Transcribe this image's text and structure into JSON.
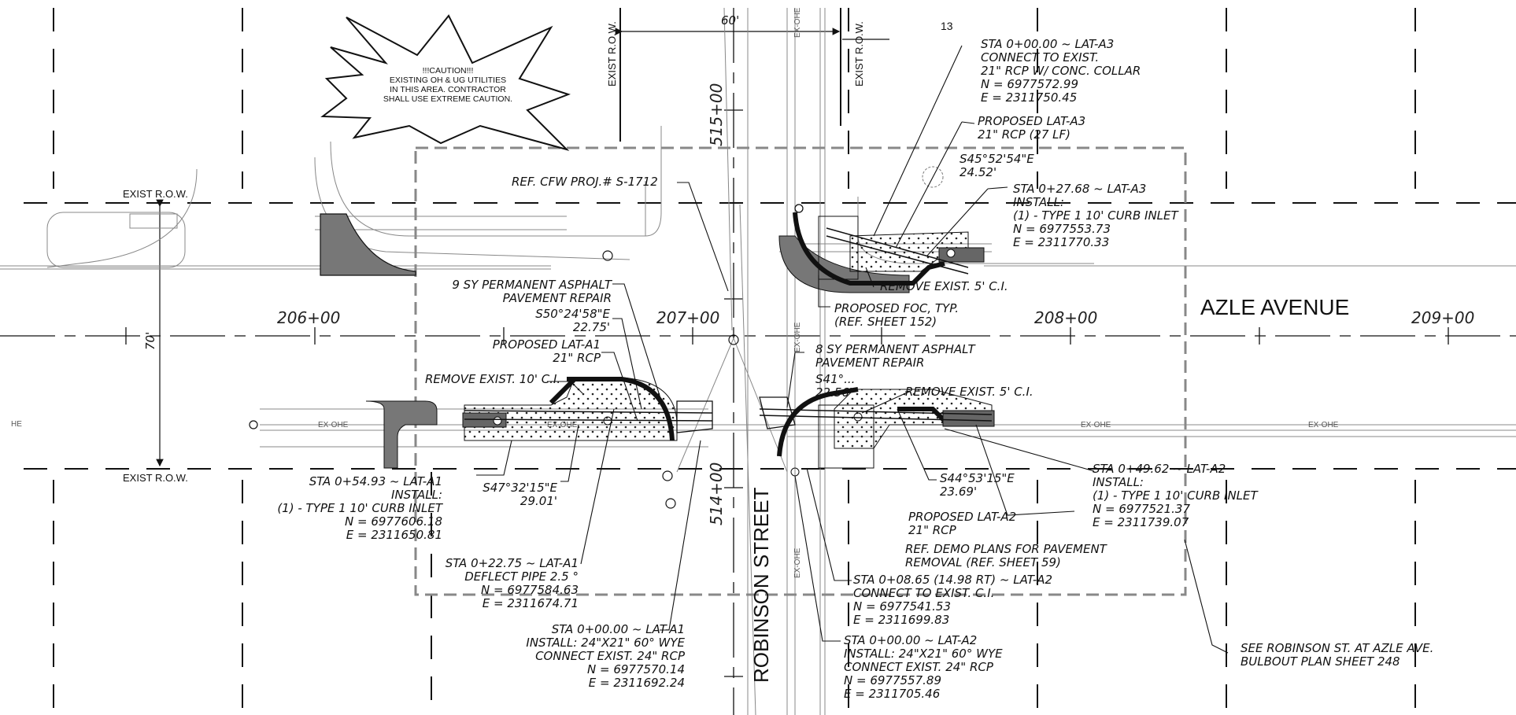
{
  "sheet_number": "13",
  "streets": {
    "horizontal": "AZLE AVENUE",
    "vertical": "ROBINSON STREET"
  },
  "stations_h": [
    "206+00",
    "207+00",
    "208+00",
    "209+00"
  ],
  "stations_v": [
    "515+00",
    "514+00"
  ],
  "dimensions": {
    "row_width_v": "60'",
    "row_width_h": "70'"
  },
  "row_labels": {
    "left_top": "EXIST R.O.W.",
    "left_bottom": "EXIST R.O.W.",
    "vert_left": "EXIST R.O.W.",
    "vert_right": "EXIST R.O.W."
  },
  "utility_labels": {
    "ohe": "EX-OHE",
    "he": "HE"
  },
  "caution": {
    "line1": "!!!CAUTION!!!",
    "line2": "EXISTING OH & UG UTILITIES",
    "line3": "IN THIS AREA. CONTRACTOR",
    "line4": "SHALL USE EXTREME CAUTION."
  },
  "notes": {
    "a3_start": {
      "l1": "STA 0+00.00 ~ LAT-A3",
      "l2": "CONNECT TO EXIST.",
      "l3": "21\" RCP W/ CONC. COLLAR",
      "l4": "N = 6977572.99",
      "l5": "E = 2311750.45"
    },
    "a3_prop": {
      "l1": "PROPOSED LAT-A3",
      "l2": "21\" RCP (27 LF)"
    },
    "bearing_a3": {
      "l1": "S45°52'54\"E",
      "l2": "24.52'"
    },
    "a3_inlet": {
      "l1": "STA 0+27.68 ~ LAT-A3",
      "l2": "INSTALL:",
      "l3": "(1) - TYPE 1 10' CURB INLET",
      "l4": "N = 6977553.73",
      "l5": "E = 2311770.33"
    },
    "ref_cfw": "REF. CFW PROJ.# S-1712",
    "remove_ne": "REMOVE EXIST. 5' C.I.",
    "foc": {
      "l1": "PROPOSED FOC, TYP.",
      "l2": "(REF. SHEET 152)"
    },
    "asphalt_w": {
      "l1": "9 SY PERMANENT ASPHALT",
      "l2": "PAVEMENT REPAIR"
    },
    "bearing_a1": {
      "l1": "S50°24'58\"E",
      "l2": "22.75'"
    },
    "a1_prop": {
      "l1": "PROPOSED LAT-A1",
      "l2": "21\" RCP"
    },
    "remove_w": "REMOVE EXIST. 10' C.I.",
    "asphalt_e": {
      "l1": "8 SY PERMANENT ASPHALT",
      "l2": "PAVEMENT REPAIR"
    },
    "bearing_a2_top": {
      "l1": "S41°...",
      "l2": "22.56'"
    },
    "remove_se": "REMOVE EXIST. 5' C.I.",
    "a1_inlet": {
      "l1": "STA 0+54.93 ~ LAT-A1",
      "l2": "INSTALL:",
      "l3": "(1) - TYPE 1 10' CURB INLET",
      "l4": "N = 6977606.18",
      "l5": "E = 2311650.81"
    },
    "bearing_a1b": {
      "l1": "S47°32'15\"E",
      "l2": "29.01'"
    },
    "bearing_a2": {
      "l1": "S44°53'15\"E",
      "l2": "23.69'"
    },
    "a2_prop": {
      "l1": "PROPOSED LAT-A2",
      "l2": "21\" RCP"
    },
    "a2_inlet": {
      "l1": "STA 0+49.62 ~ LAT-A2",
      "l2": "INSTALL:",
      "l3": "(1) - TYPE 1 10' CURB INLET",
      "l4": "N = 6977521.37",
      "l5": "E = 2311739.07"
    },
    "demo": {
      "l1": "REF. DEMO PLANS FOR PAVEMENT",
      "l2": "REMOVAL (REF. SHEET 59)"
    },
    "a1_deflect": {
      "l1": "STA 0+22.75 ~ LAT-A1",
      "l2": "DEFLECT PIPE 2.5 °",
      "l3": "N = 6977584.63",
      "l4": "E = 2311674.71"
    },
    "a2_connect": {
      "l1": "STA 0+08.65 (14.98 RT) ~ LAT-A2",
      "l2": "CONNECT TO EXIST. C.I.",
      "l3": "N = 6977541.53",
      "l4": "E = 2311699.83"
    },
    "a1_start": {
      "l1": "STA 0+00.00 ~ LAT-A1",
      "l2": "INSTALL: 24\"X21\" 60° WYE",
      "l3": "CONNECT EXIST. 24\" RCP",
      "l4": "N = 6977570.14",
      "l5": "E = 2311692.24"
    },
    "a2_start": {
      "l1": "STA 0+00.00 ~ LAT-A2",
      "l2": "INSTALL: 24\"X21\" 60° WYE",
      "l3": "CONNECT EXIST. 24\" RCP",
      "l4": "N = 6977557.89",
      "l5": "E = 2311705.46"
    },
    "bulbout": {
      "l1": "SEE ROBINSON ST. AT AZLE AVE.",
      "l2": "BULBOUT PLAN SHEET 248"
    }
  }
}
